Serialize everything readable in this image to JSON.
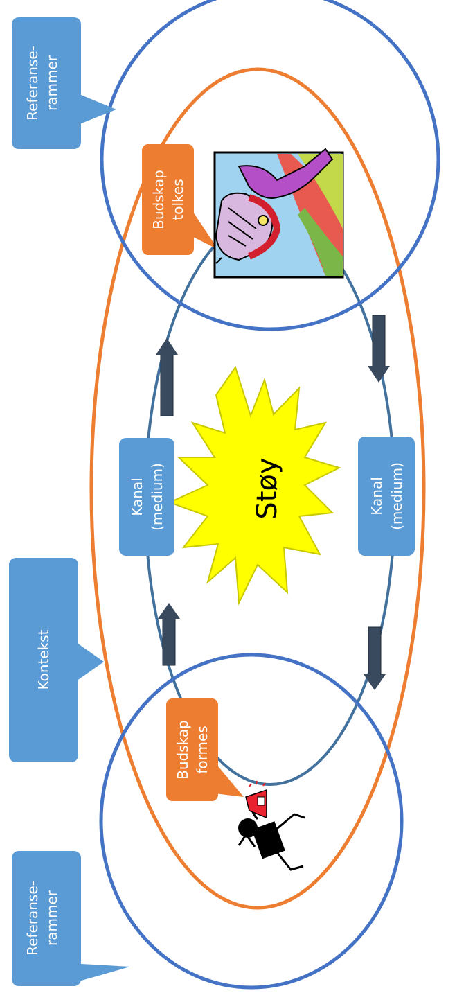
{
  "labels": {
    "ref_top_1": "Referanse-",
    "ref_top_2": "rammer",
    "ref_bottom_1": "Referanse-",
    "ref_bottom_2": "rammer",
    "kontekst": "Kontekst",
    "budskap_tolkes_1": "Budskap",
    "budskap_tolkes_2": "tolkes",
    "budskap_formes_1": "Budskap",
    "budskap_formes_2": "formes",
    "kanal_left_1": "Kanal",
    "kanal_left_2": "(medium)",
    "kanal_right_1": "Kanal",
    "kanal_right_2": "(medium)",
    "noise": "Støy"
  },
  "colors": {
    "callout_blue": "#5b9bd5",
    "callout_orange": "#ed7d31",
    "circle_blue": "#4472c4",
    "context_orange": "#ed7d31",
    "channel_loop": "#41719c",
    "arrow": "#3a4a5e",
    "noise_fill": "#ffff00"
  },
  "icons": [
    "receiver-clipart",
    "sender-megaphone-clipart"
  ]
}
